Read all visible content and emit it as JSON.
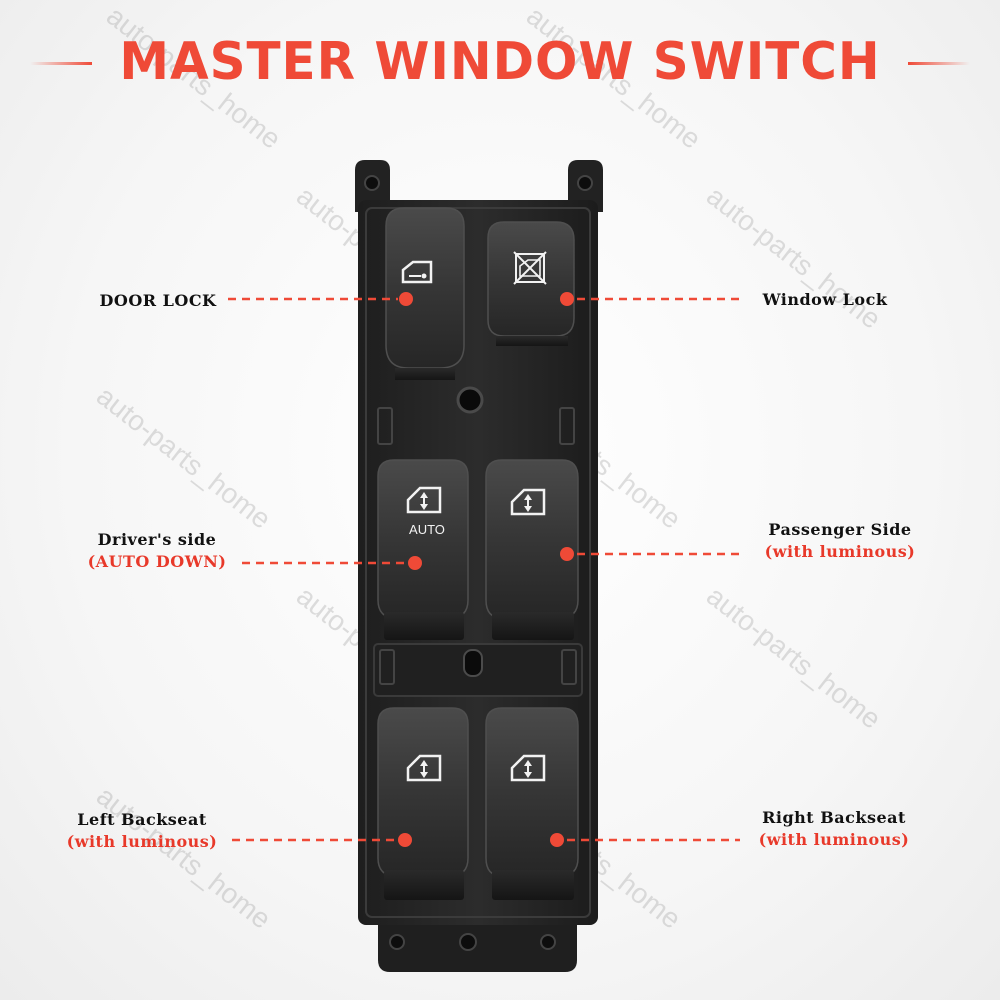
{
  "title": "MASTER WINDOW SWITCH",
  "watermark": "auto-parts_home",
  "button_text": {
    "auto": "AUTO"
  },
  "callouts": {
    "door_lock": {
      "label": "DOOR LOCK"
    },
    "window_lock": {
      "label": "Window Lock"
    },
    "drivers_side": {
      "label": "Driver's side",
      "sub": "(AUTO DOWN)"
    },
    "passenger_side": {
      "label": "Passenger Side",
      "sub": "(with luminous)"
    },
    "left_backseat": {
      "label": "Left Backseat",
      "sub": "(with luminous)"
    },
    "right_backseat": {
      "label": "Right Backseat",
      "sub": "(with luminous)"
    }
  },
  "colors": {
    "accent": "#ef4a37",
    "switch_body": "#2b2b2b",
    "button": "#3a3a3a"
  }
}
